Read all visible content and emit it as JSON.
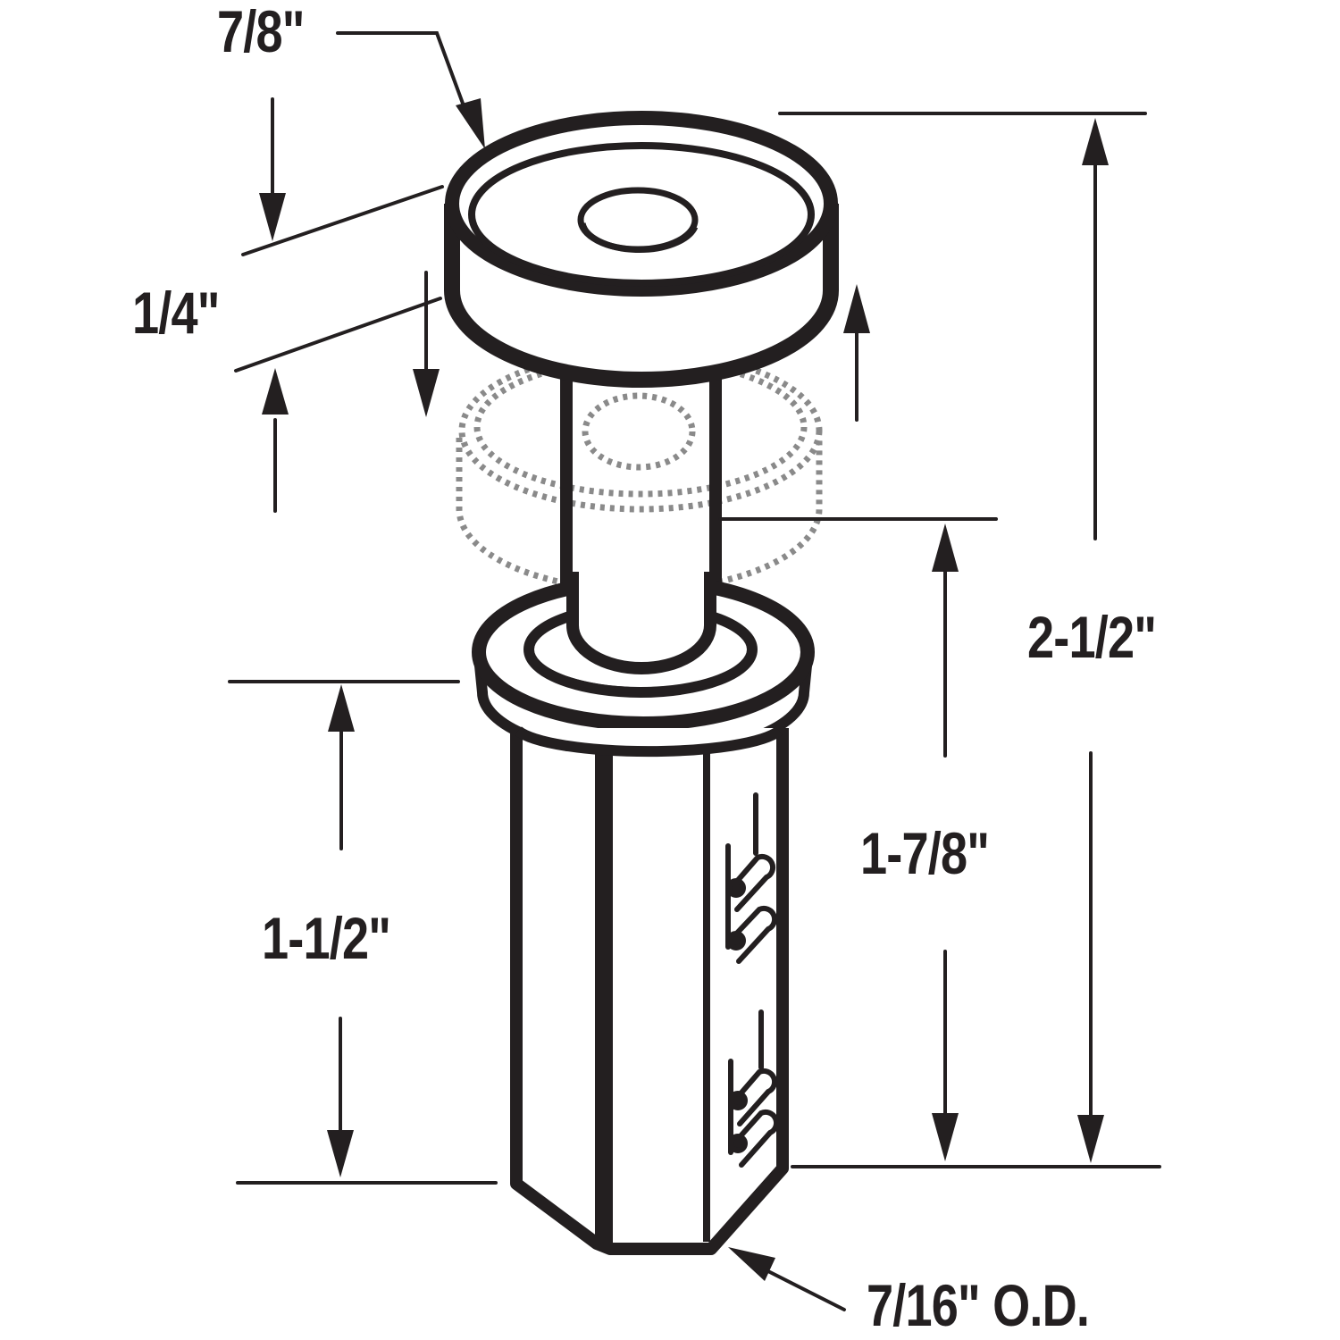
{
  "diagram": {
    "subject": "adjustable pin with cap, flange and hexagonal spring-clip shaft",
    "colors": {
      "line": "#231f20",
      "phantom": "#8a8a8a",
      "background": "#ffffff"
    },
    "dimensions": {
      "cap_diameter": "7/8\"",
      "cap_height": "1/4\"",
      "overall_height": "2-1/2\"",
      "travel_height": "1-7/8\"",
      "shaft_length": "1-1/2\"",
      "shaft_od": "7/16\" O.D."
    }
  }
}
